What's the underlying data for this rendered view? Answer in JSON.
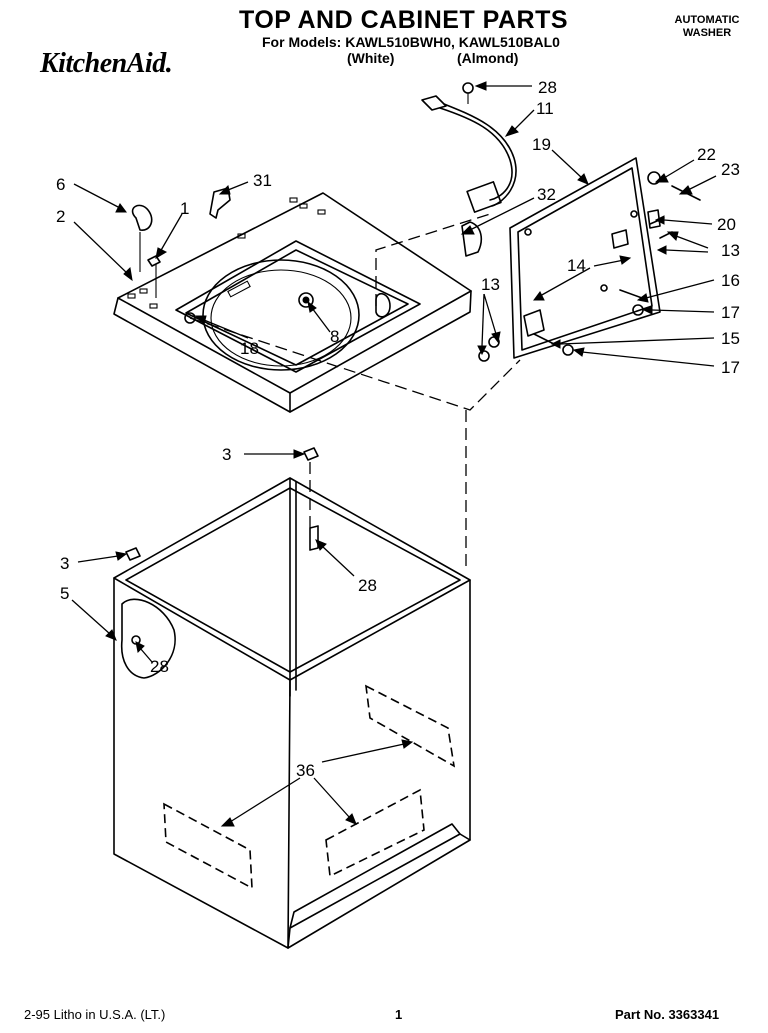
{
  "header": {
    "title": "TOP AND CABINET PARTS",
    "models_line": "For Models: KAWL510BWH0, KAWL510BAL0",
    "color_white": "(White)",
    "color_almond": "(Almond)",
    "category_line1": "AUTOMATIC",
    "category_line2": "WASHER",
    "brand": "KitchenAid."
  },
  "footer": {
    "date_litho": "2-95  Litho in U.S.A. (LT.)",
    "page_number": "1",
    "part_number": "Part No. 3363341"
  },
  "callouts": [
    {
      "id": "c28a",
      "label": "28"
    },
    {
      "id": "c11",
      "label": "11"
    },
    {
      "id": "c19",
      "label": "19"
    },
    {
      "id": "c22",
      "label": "22"
    },
    {
      "id": "c23",
      "label": "23"
    },
    {
      "id": "c6",
      "label": "6"
    },
    {
      "id": "c31",
      "label": "31"
    },
    {
      "id": "c32",
      "label": "32"
    },
    {
      "id": "c1",
      "label": "1"
    },
    {
      "id": "c2",
      "label": "2"
    },
    {
      "id": "c20",
      "label": "20"
    },
    {
      "id": "c13a",
      "label": "13"
    },
    {
      "id": "c14",
      "label": "14"
    },
    {
      "id": "c16",
      "label": "16"
    },
    {
      "id": "c13b",
      "label": "13"
    },
    {
      "id": "c17a",
      "label": "17"
    },
    {
      "id": "c15",
      "label": "15"
    },
    {
      "id": "c8",
      "label": "8"
    },
    {
      "id": "c18",
      "label": "18"
    },
    {
      "id": "c17b",
      "label": "17"
    },
    {
      "id": "c3a",
      "label": "3"
    },
    {
      "id": "c28b",
      "label": "28"
    },
    {
      "id": "c3b",
      "label": "3"
    },
    {
      "id": "c5",
      "label": "5"
    },
    {
      "id": "c28c",
      "label": "28"
    },
    {
      "id": "c36",
      "label": "36"
    }
  ]
}
